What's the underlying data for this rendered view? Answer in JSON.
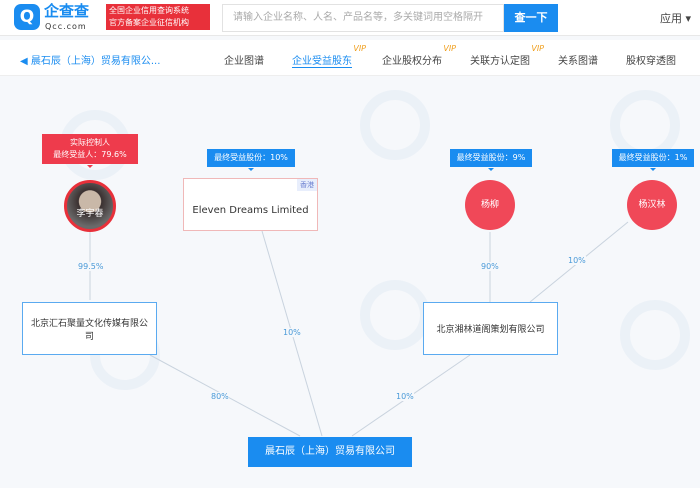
{
  "header": {
    "logo_text": "企查查",
    "logo_sub": "Qcc.com",
    "badge_line1": "全国企业信用查询系统",
    "badge_line2": "官方备案企业征信机构",
    "search_placeholder": "请输入企业名称、人名、产品名等，多关键词用空格隔开",
    "search_button": "查一下",
    "app_menu": "应用 ▾"
  },
  "nav": {
    "back_label": "晨石辰（上海）贸易有限公...",
    "tabs": [
      {
        "label": "企业图谱"
      },
      {
        "label": "企业受益股东",
        "vip": "VIP"
      },
      {
        "label": "企业股权分布",
        "vip": "VIP"
      },
      {
        "label": "关联方认定图",
        "vip": "VIP"
      },
      {
        "label": "关系图谱"
      },
      {
        "label": "股权穿透图"
      }
    ]
  },
  "graph": {
    "controller": {
      "tag_line1": "实际控制人",
      "tag_line2": "最终受益人：79.6%",
      "name": "李宇春"
    },
    "eleven": {
      "tag": "最终受益股份：10%",
      "name": "Eleven Dreams Limited",
      "badge": "香港"
    },
    "p2": {
      "tag": "最终受益股份：9%",
      "name": "杨柳"
    },
    "p3": {
      "tag": "最终受益股份：1%",
      "name": "杨汉林"
    },
    "c1": "北京汇石聚量文化传媒有限公司",
    "c2": "北京湘林道阁策划有限公司",
    "target": "晨石辰（上海）贸易有限公司",
    "pcts": {
      "a": "99.5%",
      "b": "90%",
      "c": "10%",
      "d": "10%",
      "e": "80%",
      "f": "10%"
    }
  }
}
